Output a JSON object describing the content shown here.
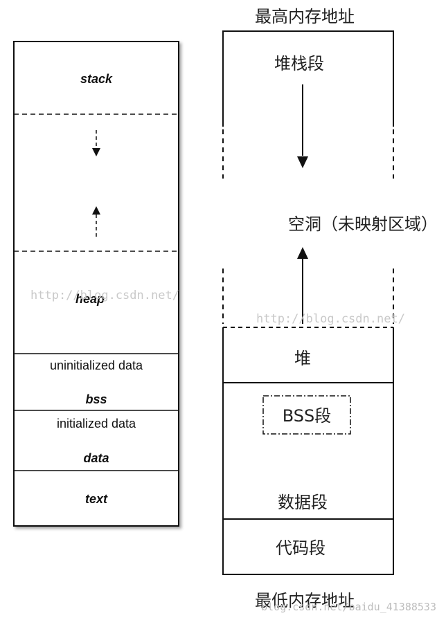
{
  "left_layout": {
    "stack": "stack",
    "heap": "heap",
    "bss_desc": "uninitialized data",
    "bss": "bss",
    "data_desc": "initialized data",
    "data": "data",
    "text": "text"
  },
  "right_layout": {
    "top_label": "最高内存地址",
    "stack_segment": "堆栈段",
    "gap_label": "空洞（未映射区域）",
    "heap": "堆",
    "bss_segment": "BSS段",
    "data_segment": "数据段",
    "code_segment": "代码段",
    "bottom_label": "最低内存地址"
  },
  "watermarks": {
    "left": "http://blog.csdn.net/",
    "right": "http://blog.csdn.net/",
    "bottom": "blog.csdn.net/baidu_41388533"
  }
}
